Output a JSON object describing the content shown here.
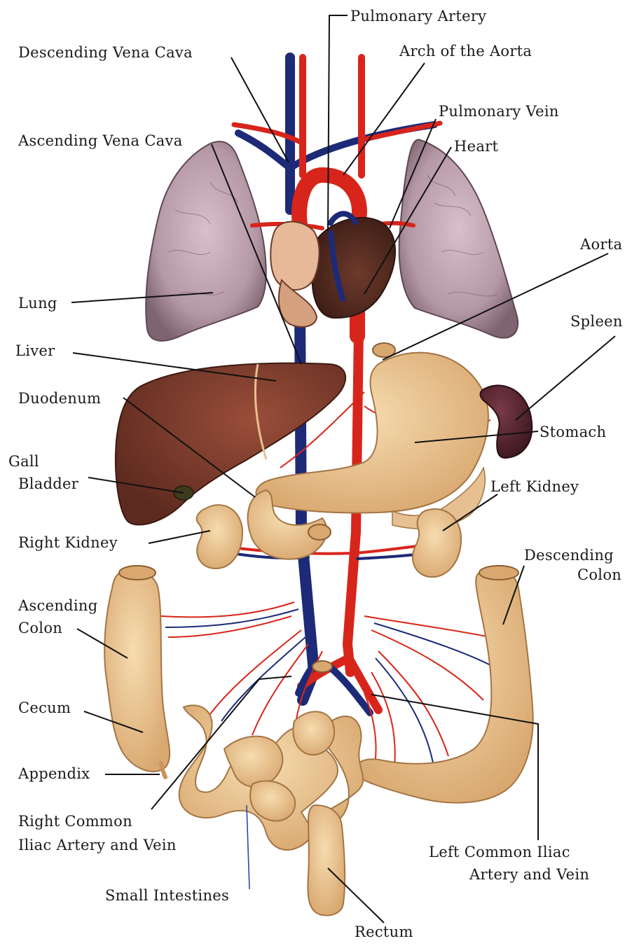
{
  "labels": {
    "pulmonary_artery": "Pulmonary Artery",
    "descending_vena_cava": "Descending Vena Cava",
    "arch_of_aorta": "Arch of the Aorta",
    "pulmonary_vein": "Pulmonary Vein",
    "ascending_vena_cava": "Ascending Vena Cava",
    "heart": "Heart",
    "aorta": "Aorta",
    "lung": "Lung",
    "spleen": "Spleen",
    "liver": "Liver",
    "duodenum": "Duodenum",
    "stomach": "Stomach",
    "gall": "Gall",
    "bladder": "Bladder",
    "left_kidney": "Left Kidney",
    "right_kidney": "Right Kidney",
    "descending": "Descending",
    "colon_right": "Colon",
    "ascending": "Ascending",
    "colon_left": "Colon",
    "cecum": "Cecum",
    "appendix": "Appendix",
    "right_common_1": "Right Common",
    "right_common_2": "Iliac Artery and Vein",
    "left_common_1": "Left Common Iliac",
    "left_common_2": "Artery and Vein",
    "small_intestines": "Small Intestines",
    "rectum": "Rectum"
  },
  "colors": {
    "artery": "#d8251b",
    "vein": "#1c2a78",
    "lung": "#b89aa6",
    "liver": "#7b3a2a",
    "organ_tan": "#e9c08f",
    "spleen": "#5a2630",
    "heart": "#8a4a3a"
  }
}
